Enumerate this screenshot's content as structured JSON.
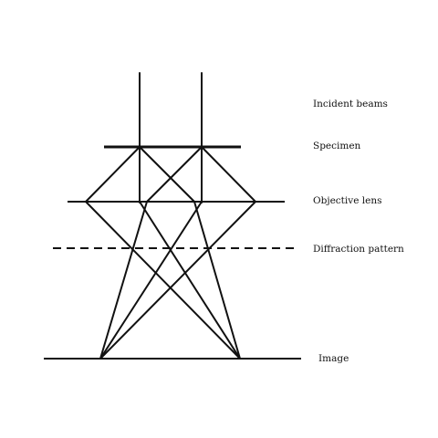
{
  "colors": {
    "ink": "#111111",
    "background": "#ffffff"
  },
  "labels": {
    "incident_beams": "Incident beams",
    "specimen": "Specimen",
    "objective_lens": "Objective lens",
    "diffraction_pattern": "Diffraction pattern",
    "image": "Image"
  }
}
